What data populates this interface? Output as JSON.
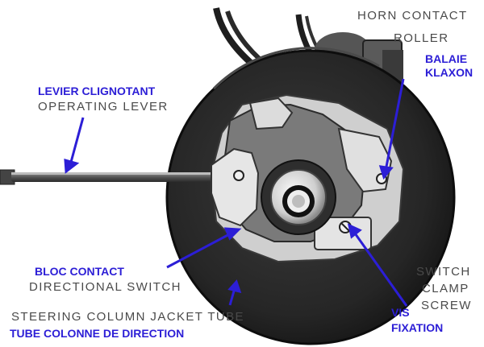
{
  "labels": {
    "horn_contact_en": "HORN CONTACT",
    "roller_en": "ROLLER",
    "balaie_fr": "BALAIE",
    "klaxon_fr": "KLAXON",
    "levier_fr": "LEVIER CLIGNOTANT",
    "operating_lever_en": "OPERATING LEVER",
    "bloc_contact_fr": "BLOC CONTACT",
    "directional_switch_en": "DIRECTIONAL SWITCH",
    "switch_en": "SWITCH",
    "clamp_en": "CLAMP",
    "screw_en": "SCREW",
    "vis_fr": "VIS",
    "fixation_fr": "FIXATION",
    "jacket_tube_en": "STEERING COLUMN JACKET TUBE",
    "tube_colonne_fr": "TUBE COLONNE DE DIRECTION"
  },
  "colors": {
    "french_label": "#2c1ed6",
    "english_label": "#4a4a4a",
    "arrow": "#2c1ed6",
    "housing": "#262626",
    "plate": "#cfcfcf",
    "background": "#ffffff"
  }
}
